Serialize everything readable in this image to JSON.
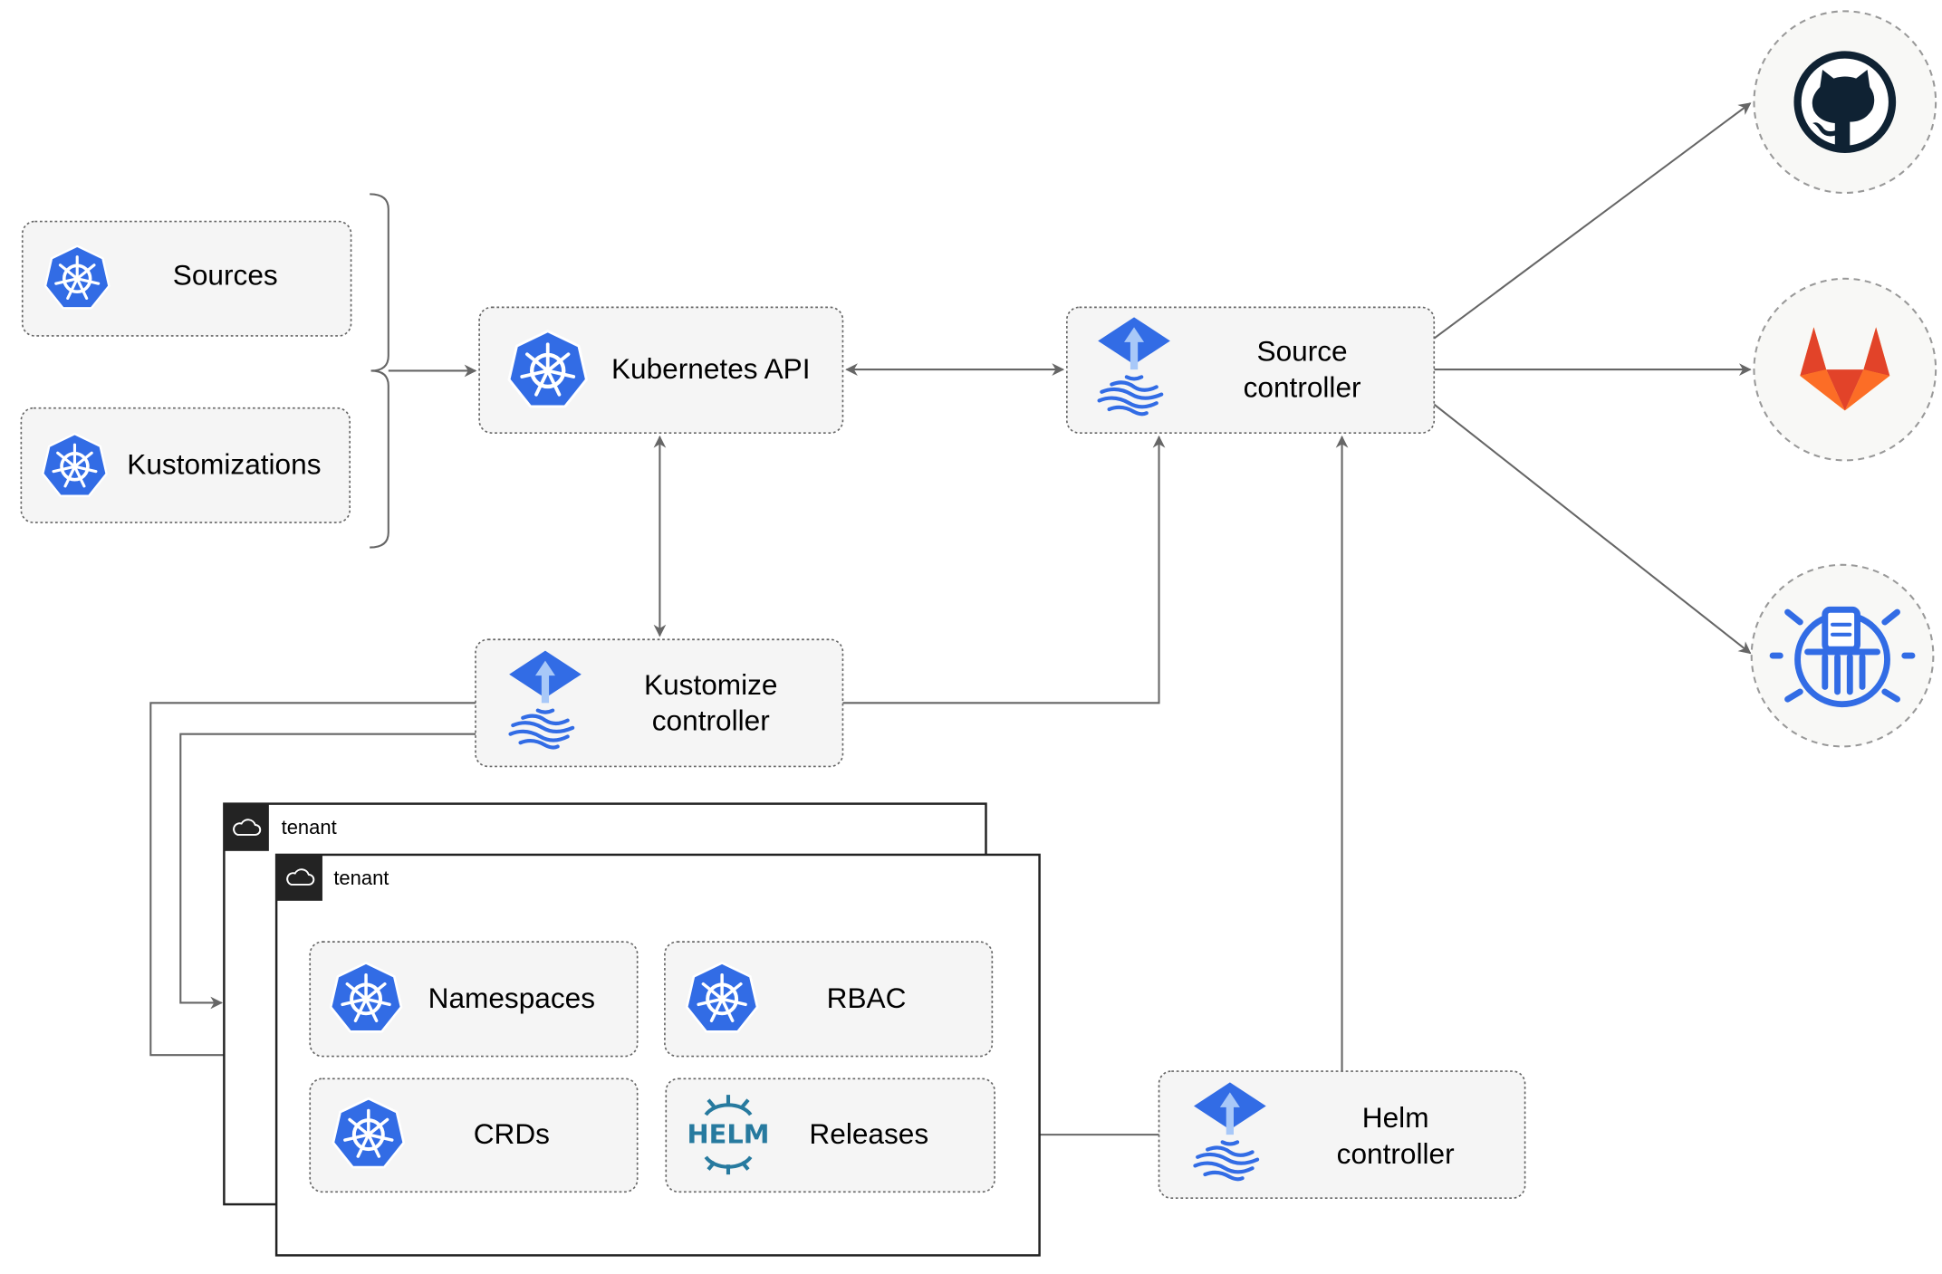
{
  "nodes": {
    "sources": "Sources",
    "kustomizations": "Kustomizations",
    "kubernetes_api": "Kubernetes API",
    "source_controller": [
      "Source",
      "controller"
    ],
    "kustomize_controller": [
      "Kustomize",
      "controller"
    ],
    "helm_controller": [
      "Helm",
      "controller"
    ],
    "namespaces": "Namespaces",
    "rbac": "RBAC",
    "crds": "CRDs",
    "releases": "Releases"
  },
  "tenants": [
    "tenant",
    "tenant"
  ],
  "external_sources": [
    "github-icon",
    "gitlab-icon",
    "bucket-icon"
  ],
  "icons": {
    "kubernetes": "kubernetes-icon",
    "flux": "flux-icon",
    "helm": "helm-icon",
    "helm_text": "HELM",
    "cloud": "cloud-icon"
  },
  "colors": {
    "kubernetes_blue": "#326ce5",
    "flux_light": "#a8c8f8",
    "gitlab_orange": "#e24329",
    "gitlab_yellow": "#fca326",
    "github_dark": "#0f2233",
    "helm_blue": "#277a9f"
  }
}
